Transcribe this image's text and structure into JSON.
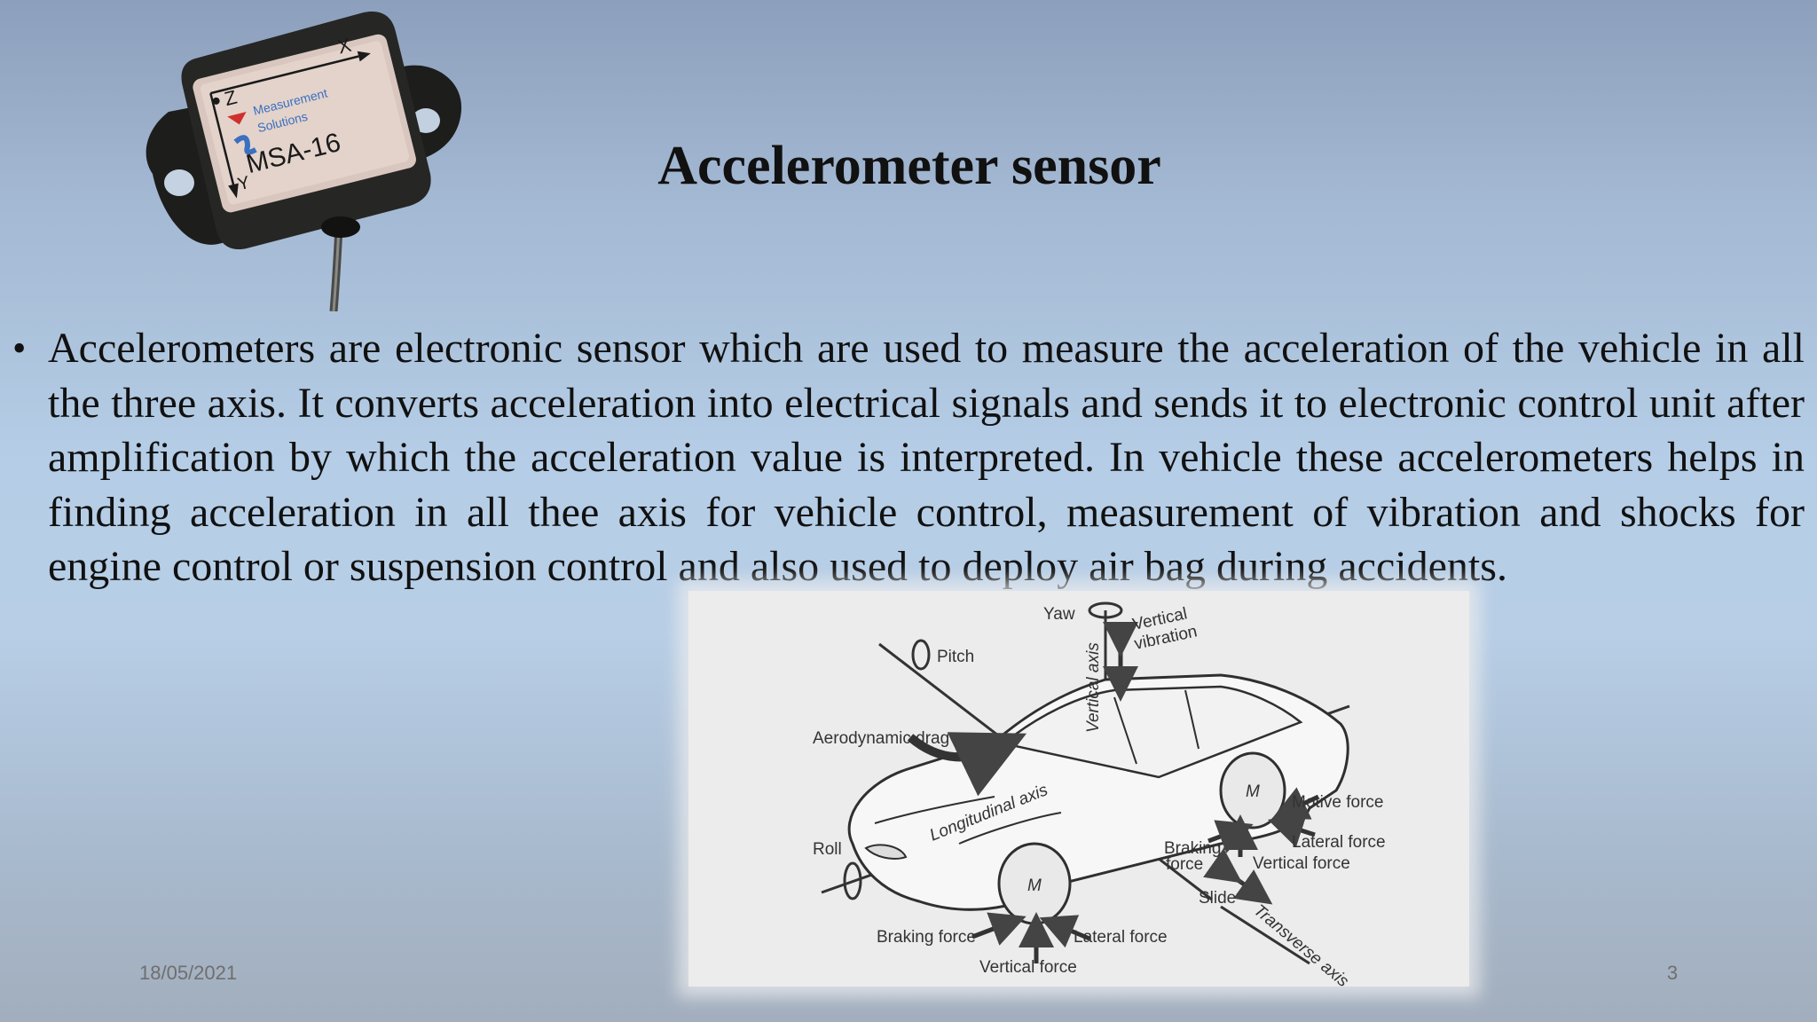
{
  "slide": {
    "title": "Accelerometer sensor",
    "bullet": "Accelerometers are electronic sensor which are used to measure the acceleration of the vehicle in all the three axis. It converts acceleration into electrical signals and sends it to electronic control unit after amplification by which the acceleration value is interpreted. In vehicle these accelerometers helps in finding acceleration in all thee axis for vehicle control, measurement of vibration and shocks for engine control or suspension control and also used to deploy air bag during accidents.",
    "date": "18/05/2021",
    "page_number": "3"
  },
  "sensor_image": {
    "label_z": "Z",
    "label_x": "X",
    "label_y": "Y",
    "brand_line1": "Measurement",
    "brand_line2": "Solutions",
    "model": "MSA-16"
  },
  "car_diagram": {
    "yaw": "Yaw",
    "vertical_vibration_1": "Vertical",
    "vertical_vibration_2": "vibration",
    "pitch": "Pitch",
    "vertical_axis": "Vertical axis",
    "aerodynamic_drag": "Aerodynamic drag",
    "longitudinal_axis": "Longitudinal axis",
    "roll": "Roll",
    "motive_force": "Motive force",
    "lateral_force_rear": "Lateral force",
    "braking_force_rear_1": "Braking",
    "braking_force_rear_2": "force",
    "vertical_force_rear": "Vertical force",
    "slide": "Slide",
    "transverse_axis": "Transverse axis",
    "braking_force_front": "Braking force",
    "lateral_force_front": "Lateral force",
    "vertical_force_front": "Vertical force",
    "wheel_moment": "M"
  }
}
